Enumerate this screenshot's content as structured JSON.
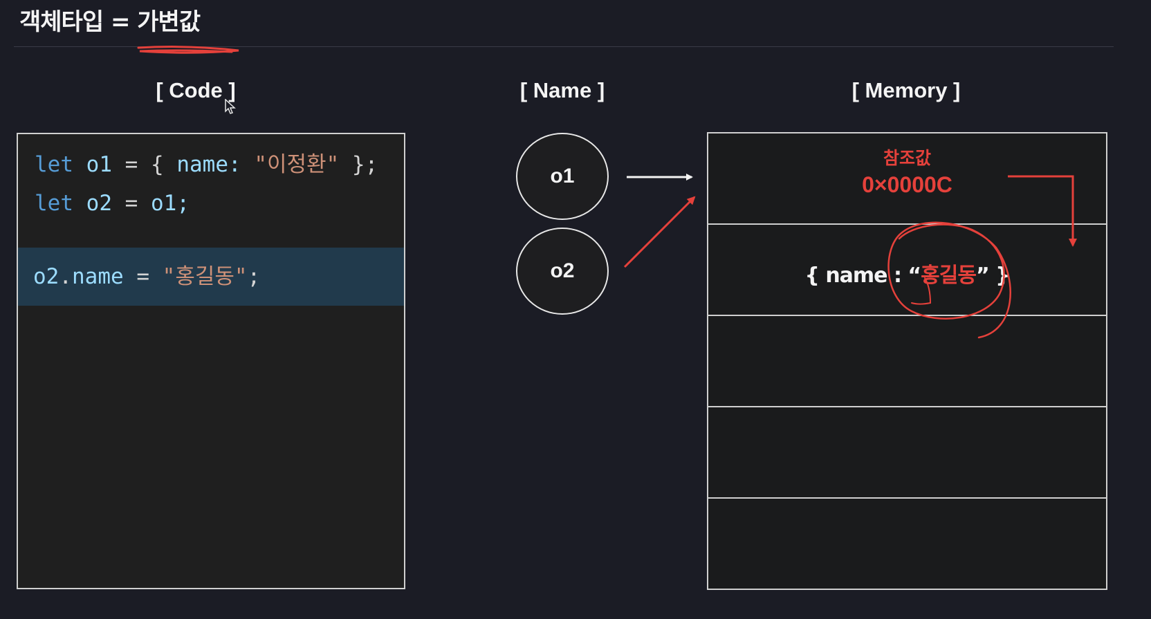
{
  "title": "객체타입 = 가변값",
  "headers": {
    "code": "[ Code ]",
    "name": "[ Name ]",
    "memory": "[ Memory ]"
  },
  "code": {
    "line1": {
      "kw": "let",
      "var": "o1",
      "eq": "=",
      "open": "{",
      "key": "name:",
      "value": "\"이정환\"",
      "close": "};"
    },
    "line2": {
      "kw": "let",
      "var": "o2",
      "eq": "=",
      "ref": "o1;"
    },
    "line3": {
      "var": "o2",
      "dot": ".",
      "prop": "name",
      "eq": "=",
      "value": "\"홍길동\"",
      "end": ";"
    }
  },
  "names": {
    "o1": "o1",
    "o2": "o2"
  },
  "memory": {
    "ref_label": "참조값",
    "ref_address": "0×0000C",
    "object_prefix": "{ name : “",
    "object_value": "홍길동",
    "object_suffix": "” }"
  },
  "colors": {
    "annotation_red": "#e5413b",
    "keyword_blue": "#569cd6",
    "variable_lightblue": "#9cdcfe",
    "string_orange": "#ce9178",
    "highlight_row": "#213a4c"
  }
}
